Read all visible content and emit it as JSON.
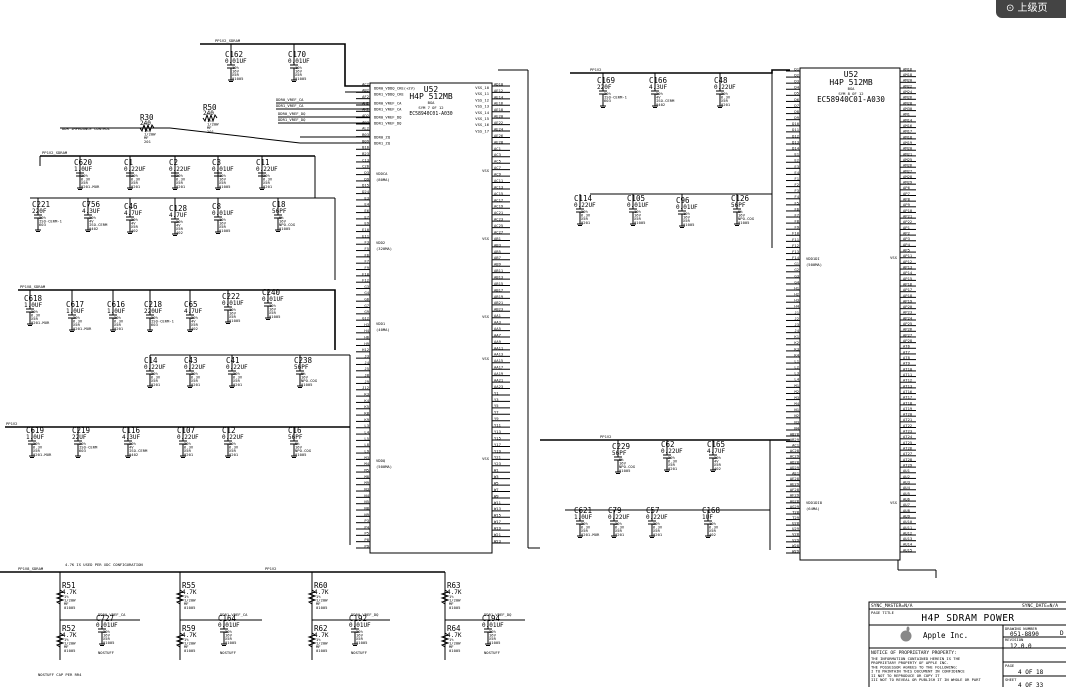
{
  "corner_tab": {
    "text": "⊙ 上级页"
  },
  "chips": {
    "left": {
      "ref": "U52",
      "part": "H4P 512MB",
      "pkg": "BGA",
      "sym": "SYM 7 OF 12",
      "pn": "EC58940C01-A030",
      "left_pins": [
        "AC2",
        "AB2",
        "AF2",
        "AH2",
        "AK2",
        "AD2",
        "AG2",
        "AL2",
        "B03",
        "B09",
        "B16",
        "B23",
        "C13",
        "C26",
        "D3",
        "D9",
        "D15",
        "D24",
        "E3",
        "E4",
        "E6",
        "E7",
        "E9",
        "E10",
        "E11",
        "F3",
        "F5",
        "F6",
        "F7",
        "F9",
        "F10",
        "F12",
        "G3",
        "G4",
        "G6",
        "G7",
        "G9",
        "G12",
        "H3",
        "H4",
        "H6",
        "H9",
        "H12",
        "J3",
        "J4",
        "J5",
        "J8",
        "J9",
        "J12",
        "K3",
        "K4",
        "K5",
        "K8",
        "K9",
        "L3",
        "L4",
        "L5",
        "L8",
        "L9",
        "M3",
        "M4",
        "M5",
        "M8",
        "M9",
        "N3",
        "N4",
        "N5",
        "N8",
        "N9",
        "P3",
        "P4",
        "P5",
        "P8",
        "P9"
      ],
      "right_pins": [
        "AD10",
        "AE12",
        "AE14",
        "AE16",
        "AE18",
        "AE20",
        "AE22",
        "AE24",
        "AE26",
        "AE28",
        "AC1",
        "AC3",
        "AC5",
        "AC7",
        "AC9",
        "AC11",
        "AC13",
        "AC15",
        "AC17",
        "AC19",
        "AC21",
        "AC23",
        "AC25",
        "AC27",
        "AB1",
        "AB3",
        "AB5",
        "AB7",
        "AB9",
        "AB11",
        "AB13",
        "AB15",
        "AB17",
        "AB19",
        "AB21",
        "AB23",
        "AA1",
        "AA3",
        "AA5",
        "AA7",
        "AA9",
        "AA11",
        "AA13",
        "AA15",
        "AA17",
        "AA19",
        "AA21",
        "AA23",
        "Y1",
        "Y3",
        "Y5",
        "Y7",
        "Y9",
        "Y11",
        "Y13",
        "Y15",
        "Y17",
        "Y19",
        "Y21",
        "Y23",
        "W1",
        "W3",
        "W5",
        "W7",
        "W9",
        "W11",
        "W13",
        "W15",
        "W17",
        "W19",
        "W21",
        "W23"
      ],
      "sig_labels": [
        "DDR0_VDDQ_CKE(+2V)",
        "DDR1_VDDQ_CKE",
        "DDR0_VREF_CA",
        "DDR1_VREF_CA",
        "DDR0_VREF_DQ",
        "DDR1_VREF_DQ",
        "DDR0_ZQ",
        "DDR1_ZQ"
      ],
      "vss_labels": [
        "VSS_10",
        "VSS_11",
        "VSS_12",
        "VSS_13",
        "VSS_14",
        "VSS_15",
        "VSS_16",
        "VSS_17"
      ],
      "groups": [
        {
          "name": "VDDCA",
          "sub": "(80MA)"
        },
        {
          "name": "VDD2",
          "sub": "(320MA)"
        },
        {
          "name": "VDD1",
          "sub": "(40MA)"
        },
        {
          "name": "VDDQ",
          "sub": "(500MA)"
        }
      ],
      "vss_group": "VSS"
    },
    "right": {
      "ref": "U52",
      "part": "H4P 512MB",
      "pkg": "BGA",
      "sym": "SYM 8 OF 12",
      "pn": "EC58940C01-A030",
      "left_pins": [
        "D1",
        "D2",
        "D3",
        "D4",
        "D5",
        "D6",
        "D7",
        "D8",
        "D9",
        "D10",
        "D11",
        "D12",
        "D13",
        "D14",
        "E1",
        "E2",
        "E3",
        "E4",
        "F1",
        "F2",
        "F3",
        "F4",
        "F5",
        "F6",
        "F7",
        "F8",
        "F9",
        "F10",
        "F11",
        "F12",
        "F13",
        "F14",
        "G1",
        "G2",
        "G3",
        "G4",
        "H1",
        "H2",
        "H3",
        "H4",
        "J1",
        "J2",
        "J3",
        "J4",
        "K1",
        "K2",
        "K3",
        "K4",
        "L1",
        "L2",
        "L3",
        "L4",
        "M1",
        "M2",
        "M3",
        "M4",
        "N1",
        "N2",
        "N3",
        "N4"
      ],
      "right_pins": [
        "AM16",
        "AM18",
        "AM20",
        "AM22",
        "AM24",
        "AM26",
        "AM28",
        "AM30",
        "AM1",
        "AM14",
        "AM16",
        "AM17",
        "AM18",
        "AM19",
        "AM20",
        "AM21",
        "AM25",
        "AM26",
        "AM27",
        "AM28",
        "AM29",
        "AP6",
        "AP7",
        "AP8",
        "AP9",
        "AP10",
        "AP21",
        "AP22",
        "AP1",
        "AP2",
        "AP3",
        "AP4",
        "AP5",
        "AP11",
        "AP12",
        "AP13",
        "AP14",
        "AP15",
        "AP16",
        "AP17",
        "AP18",
        "AP19",
        "AP20",
        "AP23",
        "AP24",
        "AP25",
        "AP26",
        "AP27",
        "AP28",
        "AT6",
        "AT7",
        "AT8",
        "AT9",
        "AT10",
        "AT11",
        "AT12",
        "AT13"
      ],
      "right2_pins": [
        "AT16",
        "AT17",
        "AT18",
        "AT19",
        "AT20",
        "AT21",
        "AT22",
        "AT23",
        "AT24",
        "AT25",
        "AT26",
        "AT27",
        "AT28",
        "AT29",
        "AU1",
        "AU2",
        "AU3",
        "AU4",
        "AU5",
        "AU6",
        "AU7",
        "AU8",
        "AU9",
        "AU10",
        "AU11",
        "AU12",
        "AU13",
        "AU14",
        "AU15"
      ],
      "low_left_pins": [
        "AB28",
        "AB29",
        "AC1",
        "AC28",
        "AC29",
        "AD28",
        "AD29",
        "AE1",
        "AE28",
        "AE29",
        "AF28",
        "AF29",
        "AG28",
        "AG29",
        "T28",
        "T29",
        "U28",
        "U29",
        "V28",
        "V29",
        "W28",
        "W29"
      ],
      "groups": [
        {
          "name": "VDD1DI",
          "sub": "(500MA)"
        },
        {
          "name": "VDD1DI8",
          "sub": "(64MA)"
        }
      ],
      "vss_group": "VSS"
    }
  },
  "rails": {
    "pp1v2_sdram": "PP1V2_SDRAM",
    "pp1v8_sdram": "PP1V8_SDRAM",
    "pp1v2": "PP1V2",
    "zq_note": "DDR IMPEDANCE CONTROL",
    "pu_note": "4.7K IS USED PER XDC CONFIGURATION",
    "nostuff_note": "NOSTUFF CAP PER RR4"
  },
  "caps_left": [
    {
      "ref": "C162",
      "val": "0.01UF",
      "sub": [
        "10%",
        "16V",
        "X5R",
        "01005"
      ]
    },
    {
      "ref": "C170",
      "val": "0.01UF",
      "sub": [
        "10%",
        "16V",
        "X5R",
        "01005"
      ]
    },
    {
      "ref": "C620",
      "val": "1.0UF",
      "sub": [
        "20%",
        "6.3V",
        "X5R",
        "0201-MUR"
      ]
    },
    {
      "ref": "C1",
      "val": "0.22UF",
      "sub": [
        "20%",
        "6.3V",
        "X5R",
        "0201"
      ]
    },
    {
      "ref": "C2",
      "val": "0.22UF",
      "sub": [
        "20%",
        "6.3V",
        "X5R",
        "0201"
      ]
    },
    {
      "ref": "C3",
      "val": "0.01UF",
      "sub": [
        "10%",
        "16V",
        "X5R",
        "01005"
      ]
    },
    {
      "ref": "C11",
      "val": "0.22UF",
      "sub": [
        "20%",
        "6.3V",
        "X5R",
        "0201"
      ]
    },
    {
      "ref": "C221",
      "val": "220F",
      "sub": [
        "20%",
        "ISO-CERM-1",
        "603"
      ]
    },
    {
      "ref": "C756",
      "val": "4.3UF",
      "sub": [
        "20%",
        "4V",
        "ISO-CERM",
        "0402"
      ]
    },
    {
      "ref": "C46",
      "val": "4.7UF",
      "sub": [
        "20%",
        "4V",
        "X5R",
        "402"
      ]
    },
    {
      "ref": "C128",
      "val": "4.7UF",
      "sub": [
        "20%",
        "4V",
        "X5R",
        "402"
      ]
    },
    {
      "ref": "C8",
      "val": "0.01UF",
      "sub": [
        "10%",
        "16V",
        "X5R",
        "01005"
      ]
    },
    {
      "ref": "C18",
      "val": "56PF",
      "sub": [
        "5%",
        "16V",
        "NPO-COG",
        "01005"
      ]
    },
    {
      "ref": "C618",
      "val": "1.0UF",
      "sub": [
        "20%",
        "6.3V",
        "X5R",
        "0201-MUR"
      ]
    },
    {
      "ref": "C617",
      "val": "1.0UF",
      "sub": [
        "20%",
        "6.3V",
        "X5R",
        "0201-MUR"
      ]
    },
    {
      "ref": "C616",
      "val": "1.0UF",
      "sub": [
        "20%",
        "6.3V",
        "X5R",
        "0201"
      ]
    },
    {
      "ref": "C218",
      "val": "220UF",
      "sub": [
        "20%",
        "ISO-CERM-1",
        "603"
      ]
    },
    {
      "ref": "C65",
      "val": "4.7UF",
      "sub": [
        "20%",
        "4V",
        "X5R",
        "402"
      ]
    },
    {
      "ref": "C222",
      "val": "0.01UF",
      "sub": [
        "10%",
        "16V",
        "X5R",
        "01005"
      ]
    },
    {
      "ref": "C240",
      "val": "0.01UF",
      "sub": [
        "10%",
        "16V",
        "X5R",
        "01005"
      ]
    },
    {
      "ref": "C14",
      "val": "0.22UF",
      "sub": [
        "20%",
        "6.3V",
        "X5R",
        "0201"
      ]
    },
    {
      "ref": "C43",
      "val": "0.22UF",
      "sub": [
        "20%",
        "6.3V",
        "X5R",
        "0201"
      ]
    },
    {
      "ref": "C41",
      "val": "0.22UF",
      "sub": [
        "20%",
        "6.3V",
        "X5R",
        "0201"
      ]
    },
    {
      "ref": "C238",
      "val": "56PF",
      "sub": [
        "5%",
        "16V",
        "NPO-COG",
        "01005"
      ]
    },
    {
      "ref": "C619",
      "val": "1.0UF",
      "sub": [
        "20%",
        "6.3V",
        "X5R",
        "0201-MUR"
      ]
    },
    {
      "ref": "C219",
      "val": "22UF",
      "sub": [
        "20%",
        "ISO-CERM",
        "603"
      ]
    },
    {
      "ref": "C116",
      "val": "4.3UF",
      "sub": [
        "20%",
        "4V",
        "ISO-CERM",
        "0402"
      ]
    },
    {
      "ref": "C107",
      "val": "0.22UF",
      "sub": [
        "20%",
        "6.3V",
        "X5R",
        "0201"
      ]
    },
    {
      "ref": "C12",
      "val": "0.22UF",
      "sub": [
        "20%",
        "6.3V",
        "X5R",
        "0201"
      ]
    },
    {
      "ref": "C16",
      "val": "56PF",
      "sub": [
        "5%",
        "16V",
        "NPO-COG",
        "01005"
      ]
    }
  ],
  "caps_right": [
    {
      "ref": "C169",
      "val": "220F",
      "sub": [
        "20%",
        "ISO-CERM-1",
        "603"
      ]
    },
    {
      "ref": "C166",
      "val": "4.3UF",
      "sub": [
        "20%",
        "4V",
        "ISO-CERM",
        "0402"
      ]
    },
    {
      "ref": "C48",
      "val": "0.22UF",
      "sub": [
        "20%",
        "6.3V",
        "X5R",
        "0201"
      ]
    },
    {
      "ref": "C114",
      "val": "0.22UF",
      "sub": [
        "20%",
        "6.3V",
        "X5R",
        "0201"
      ]
    },
    {
      "ref": "C105",
      "val": "0.01UF",
      "sub": [
        "10%",
        "16V",
        "X5R",
        "01005"
      ]
    },
    {
      "ref": "C96",
      "val": "0.01UF",
      "sub": [
        "10%",
        "16V",
        "X5R",
        "01005"
      ]
    },
    {
      "ref": "C126",
      "val": "56PF",
      "sub": [
        "5%",
        "16V",
        "NPO-COG",
        "01005"
      ]
    },
    {
      "ref": "C229",
      "val": "56PF",
      "sub": [
        "5%",
        "16V",
        "NPO-COG",
        "01005"
      ]
    },
    {
      "ref": "C62",
      "val": "0.22UF",
      "sub": [
        "20%",
        "6.3V",
        "X5R",
        "0201"
      ]
    },
    {
      "ref": "C165",
      "val": "4.7UF",
      "sub": [
        "20%",
        "4V",
        "X5R",
        "402"
      ]
    },
    {
      "ref": "C621",
      "val": "1.0UF",
      "sub": [
        "20%",
        "6.3V",
        "X5R",
        "0201-MUR"
      ]
    },
    {
      "ref": "C79",
      "val": "0.22UF",
      "sub": [
        "20%",
        "6.3V",
        "X5R",
        "0201"
      ]
    },
    {
      "ref": "C57",
      "val": "0.22UF",
      "sub": [
        "20%",
        "6.3V",
        "X5R",
        "0201"
      ]
    },
    {
      "ref": "C168",
      "val": "1UF",
      "sub": [
        "10%",
        "6.3V",
        "X5R",
        "402"
      ]
    }
  ],
  "resistors": [
    {
      "ref": "R30",
      "val": "240",
      "sub": [
        "1%",
        "1/20W",
        "MF",
        "201"
      ]
    },
    {
      "ref": "R50",
      "val": "240",
      "sub": [
        "1%",
        "1/20W",
        "MF",
        "201"
      ]
    },
    {
      "ref": "R51",
      "val": "4.7K",
      "sub": [
        "1%",
        "1/20W",
        "MF",
        "01005"
      ]
    },
    {
      "ref": "R52",
      "val": "4.7K",
      "sub": [
        "1%",
        "1/20W",
        "MF",
        "01005"
      ]
    },
    {
      "ref": "R55",
      "val": "4.7K",
      "sub": [
        "1%",
        "1/20W",
        "MF",
        "01005"
      ]
    },
    {
      "ref": "R59",
      "val": "4.7K",
      "sub": [
        "1%",
        "1/20W",
        "MF",
        "01005"
      ]
    },
    {
      "ref": "R60",
      "val": "4.7K",
      "sub": [
        "1%",
        "1/20W",
        "MF",
        "01005"
      ]
    },
    {
      "ref": "R62",
      "val": "4.7K",
      "sub": [
        "1%",
        "1/20W",
        "MF",
        "01005"
      ]
    },
    {
      "ref": "R63",
      "val": "4.7K",
      "sub": [
        "1%",
        "1/20W",
        "MF",
        "01005"
      ]
    },
    {
      "ref": "R64",
      "val": "4.7K",
      "sub": [
        "1%",
        "1/20W",
        "MF",
        "01005"
      ]
    }
  ],
  "vref_caps": [
    {
      "ref": "C727",
      "val": "0.01UF",
      "net": "DDR0_VREF_CA",
      "note": "NOSTUFF"
    },
    {
      "ref": "C164",
      "val": "0.01UF",
      "net": "DDR1_VREF_CA",
      "note": "NOSTUFF"
    },
    {
      "ref": "C192",
      "val": "0.01UF",
      "net": "DDR0_VREF_DQ",
      "note": "NOSTUFF"
    },
    {
      "ref": "C194",
      "val": "0.01UF",
      "net": "DDR1_VREF_DQ",
      "note": "NOSTUFF"
    }
  ],
  "title_block": {
    "sync_master": "SYNC_MASTER=N/A",
    "sync_date": "SYNC_DATE=N/A",
    "page_title_label": "PAGE TITLE",
    "page_title": "H4P SDRAM POWER",
    "company": "Apple Inc.",
    "dwg_label": "DRAWING NUMBER",
    "dwg_number": "051-8890",
    "rev_label": "REVISION",
    "revision": "12.0.0",
    "notice_title": "NOTICE OF PROPRIETARY PROPERTY:",
    "notice_lines": [
      "THE INFORMATION CONTAINED HEREIN IS THE",
      "PROPRIETARY PROPERTY OF APPLE INC.",
      "THE POSSESSOR AGREES TO THE FOLLOWING:",
      "I TO MAINTAIN THIS DOCUMENT IN CONFIDENCE",
      "II NOT TO REPRODUCE OR COPY IT",
      "III NOT TO REVEAL OR PUBLISH IT IN WHOLE OR PART"
    ],
    "page_label": "PAGE",
    "page": "4 OF 18",
    "sheet_label": "SHEET",
    "sheet": "4 OF 33",
    "rev_letter": "D"
  }
}
